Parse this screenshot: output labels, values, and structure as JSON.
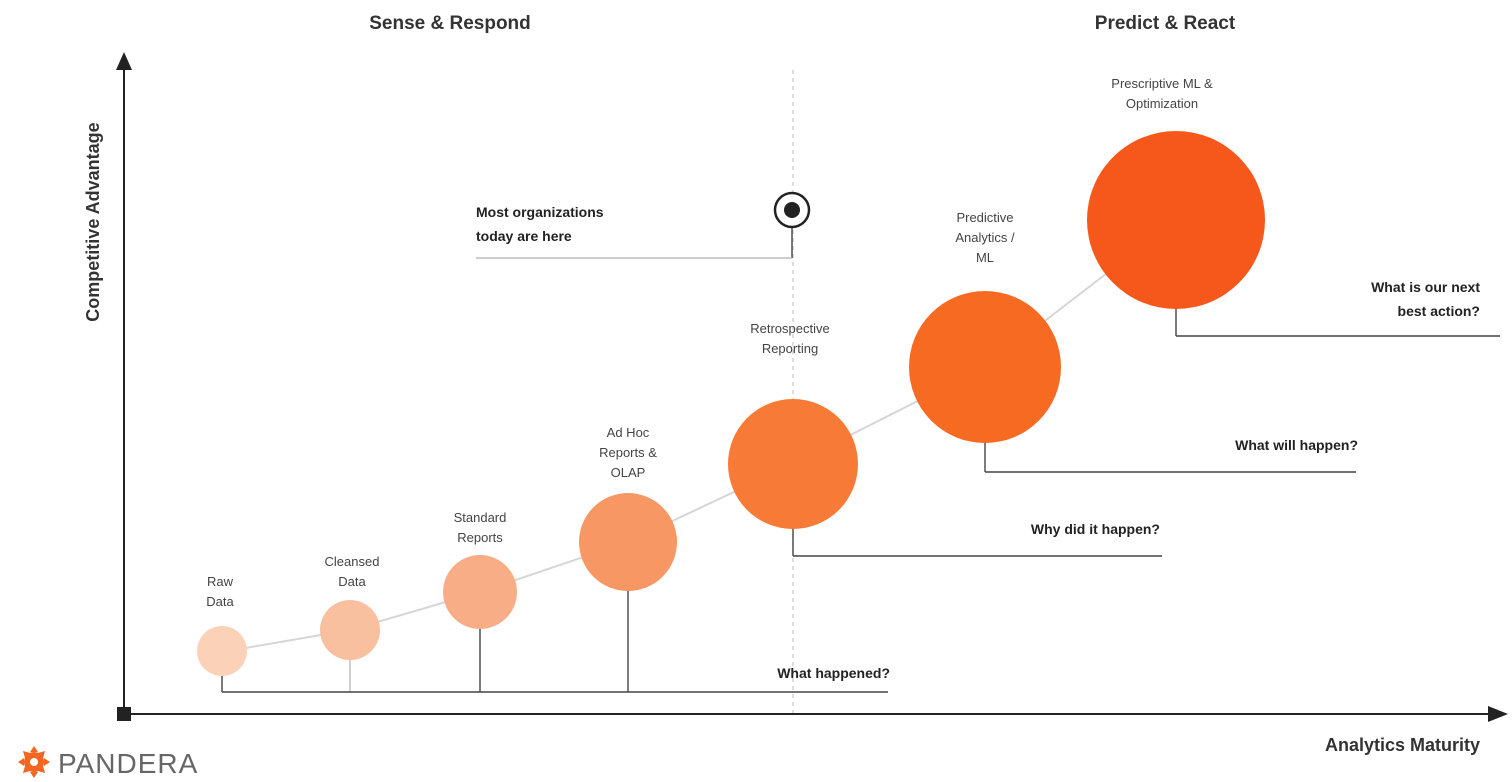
{
  "headers": {
    "left": "Sense & Respond",
    "right": "Predict & React"
  },
  "axes": {
    "y_label": "Competitive Advantage",
    "x_label": "Analytics Maturity"
  },
  "annotation": {
    "lines": [
      "Most organizations",
      "today are here"
    ]
  },
  "stages": [
    {
      "lines": [
        "Raw",
        "Data"
      ],
      "color": "#fbd1b7"
    },
    {
      "lines": [
        "Cleansed",
        "Data"
      ],
      "color": "#f9c0a0"
    },
    {
      "lines": [
        "Standard",
        "Reports"
      ],
      "color": "#f8ad86"
    },
    {
      "lines": [
        "Ad Hoc",
        "Reports &",
        "OLAP"
      ],
      "color": "#f79763"
    },
    {
      "lines": [
        "Retrospective",
        "Reporting"
      ],
      "color": "#f77a36"
    },
    {
      "lines": [
        "Predictive",
        "Analytics /",
        "ML"
      ],
      "color": "#f66a22"
    },
    {
      "lines": [
        "Prescriptive ML &",
        "Optimization"
      ],
      "color": "#f5581a"
    }
  ],
  "questions": [
    {
      "lines": [
        "What happened?"
      ]
    },
    {
      "lines": [
        "Why did it happen?"
      ]
    },
    {
      "lines": [
        "What will happen?"
      ]
    },
    {
      "lines": [
        "What is our next",
        "best action?"
      ]
    }
  ],
  "logo": {
    "text": "PANDERA",
    "color": "#f26522"
  }
}
